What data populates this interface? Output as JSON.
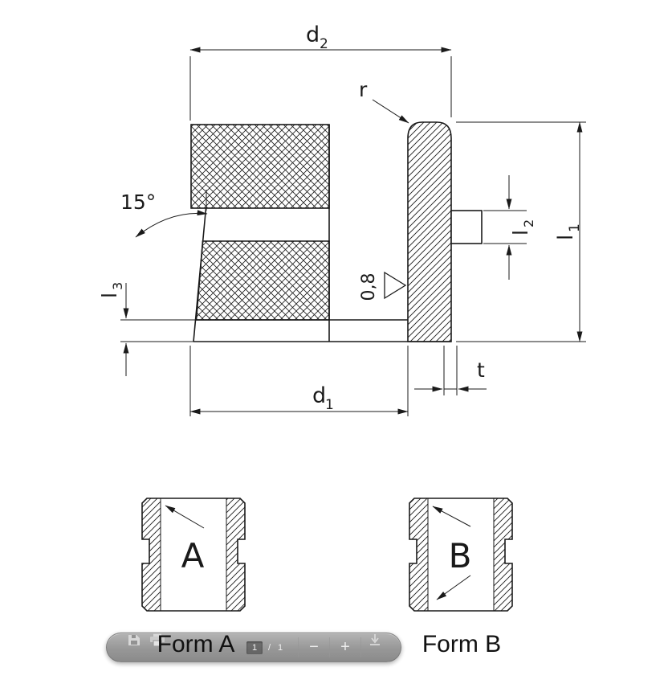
{
  "drawing": {
    "dim_labels": {
      "d2_base": "d",
      "d2_sub": "2",
      "d1_base": "d",
      "d1_sub": "1",
      "l1_base": "l",
      "l1_sub": "1",
      "l2_base": "l",
      "l2_sub": "2",
      "l3_base": "l",
      "l3_sub": "3",
      "radius": "r",
      "thickness": "t",
      "angle": "15°",
      "roughness": "0,8"
    },
    "form_a": {
      "letter": "A",
      "caption": "Form A"
    },
    "form_b": {
      "letter": "B",
      "caption": "Form B"
    }
  },
  "toolbar": {
    "page_current": "1",
    "page_divider": "/",
    "page_total": "1",
    "zoom_out_label": "−",
    "zoom_in_label": "+",
    "icons": {
      "save": "save-icon",
      "print": "print-icon",
      "download": "download-icon"
    }
  },
  "colors": {
    "line": "#1a1a1a",
    "toolbar_top": "#aeaeae",
    "toolbar_bottom": "#828282"
  }
}
